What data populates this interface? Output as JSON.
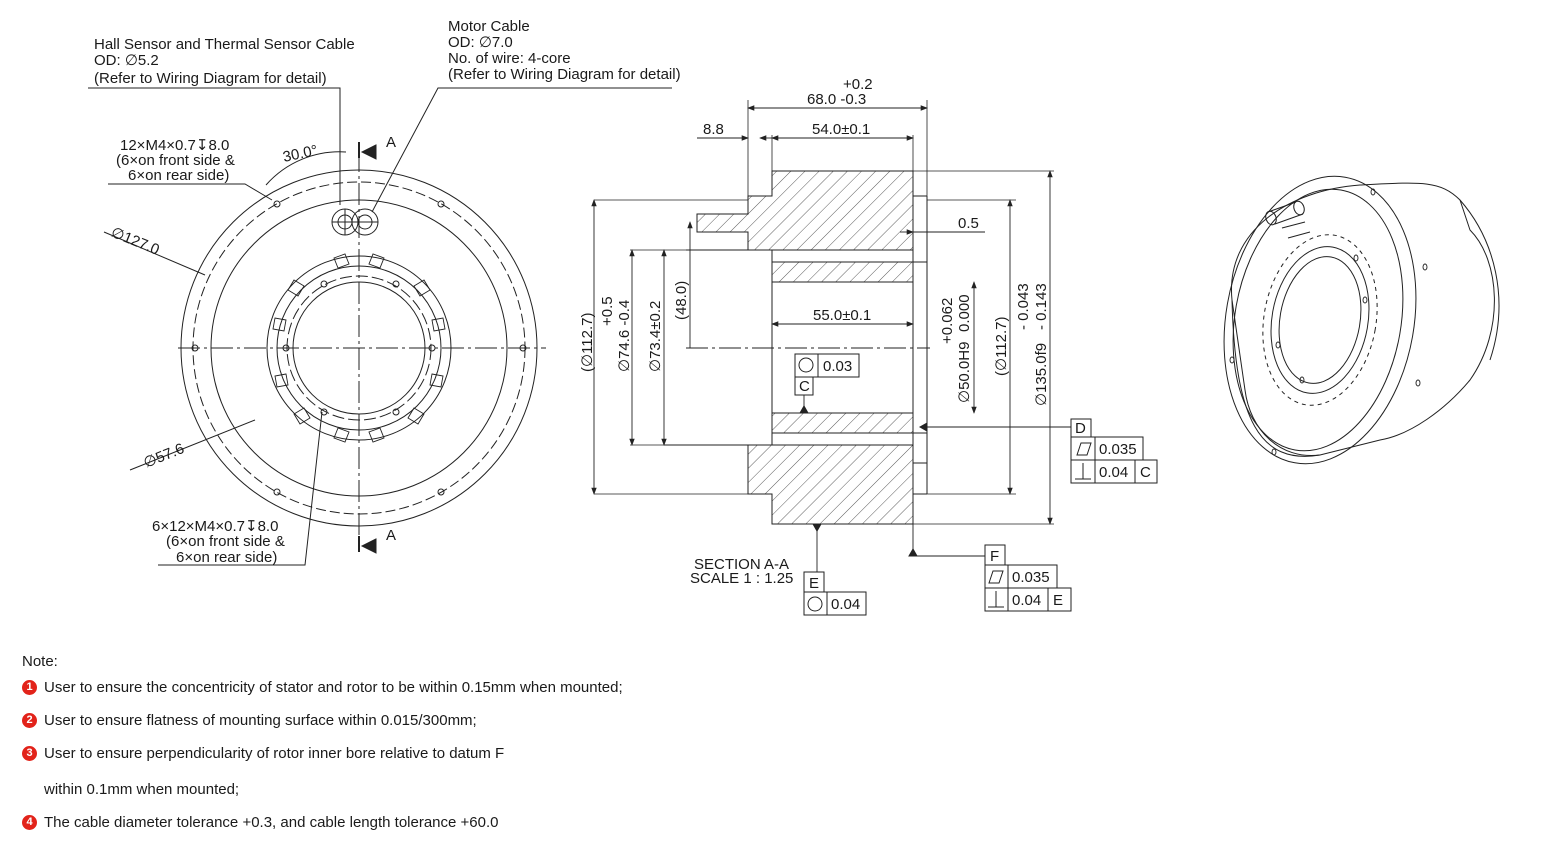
{
  "front_view": {
    "hall_cable": {
      "title": "Hall Sensor and Thermal Sensor Cable",
      "od": "OD: ∅5.2",
      "ref": "(Refer to Wiring Diagram for detail)"
    },
    "motor_cable": {
      "title": "Motor Cable",
      "od": "OD: ∅7.0",
      "wires": "No. of wire: 4-core",
      "ref": "(Refer to Wiring Diagram for detail)"
    },
    "holes_top": {
      "line1": "12×M4×0.7↧8.0",
      "line2": "(6×on front side &",
      "line3": "6×on rear side)"
    },
    "holes_bottom": {
      "line1": "6×12×M4×0.7↧8.0",
      "line2": "(6×on front side &",
      "line3": "6×on rear side)"
    },
    "angle": "30.0°",
    "dia_outer": "∅127.0",
    "dia_inner": "∅57.6",
    "section_mark": "A"
  },
  "section_view": {
    "dim_top_tol_plus": "+0.2",
    "dim_top": "68.0  -0.3",
    "dim_left": "8.8",
    "dim_mid": "54.0±0.1",
    "dim_gap": "0.5",
    "dim_inner": "55.0±0.1",
    "dia_112_left": "(∅112.7)",
    "dia_74_tol": "+0.5",
    "dia_74": "∅74.6 -0.4",
    "dia_73": "∅73.4±0.2",
    "dia_48": "(48.0)",
    "dia_50_tol1": "+0.062",
    "dia_50_tol2": "0.000",
    "dia_50": "∅50.0H9",
    "dia_112_right": "(∅112.7)",
    "dia_135_tol1": "- 0.043",
    "dia_135_tol2": "- 0.143",
    "dia_135": "∅135.0f9",
    "title": "SECTION A-A",
    "scale": "SCALE 1 : 1.25"
  },
  "tolerances": {
    "c_circularity": "0.03",
    "datum_c": "C",
    "datum_d": "D",
    "d_flat": "0.035",
    "d_perp": "0.04",
    "d_ref": "C",
    "datum_e": "E",
    "e_circularity": "0.04",
    "datum_f": "F",
    "f_flat": "0.035",
    "f_perp": "0.04",
    "f_ref": "E"
  },
  "notes": {
    "title": "Note:",
    "items": [
      {
        "num": "1",
        "text": "User to ensure the concentricity of stator and rotor to be within 0.15mm when mounted;"
      },
      {
        "num": "2",
        "text": "User to ensure flatness of mounting surface within 0.015/300mm;"
      },
      {
        "num": "3",
        "text": "User to ensure perpendicularity of rotor inner bore relative to datum F"
      },
      {
        "num": "4",
        "text": "The cable diameter tolerance +0.3, and cable length tolerance +60.0"
      }
    ],
    "continuation": "within 0.1mm when mounted;"
  }
}
